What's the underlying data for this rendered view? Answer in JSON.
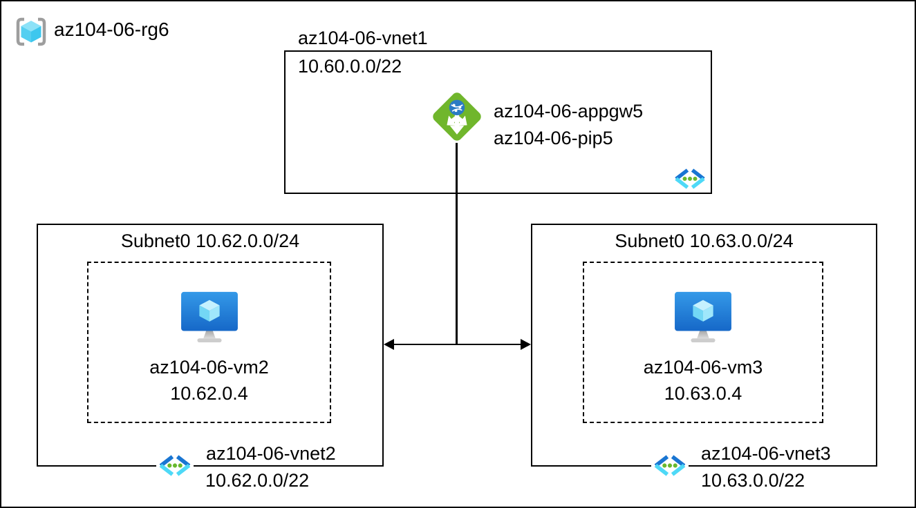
{
  "resource_group": {
    "name": "az104-06-rg6"
  },
  "vnet1": {
    "name": "az104-06-vnet1",
    "address_space": "10.60.0.0/22",
    "app_gateway_name": "az104-06-appgw5",
    "public_ip_name": "az104-06-pip5"
  },
  "vnet2": {
    "subnet_label": "Subnet0 10.62.0.0/24",
    "vm_name": "az104-06-vm2",
    "vm_ip": "10.62.0.4",
    "name": "az104-06-vnet2",
    "address_space": "10.62.0.0/22"
  },
  "vnet3": {
    "subnet_label": "Subnet0 10.63.0.0/24",
    "vm_name": "az104-06-vm3",
    "vm_ip": "10.63.0.4",
    "name": "az104-06-vnet3",
    "address_space": "10.63.0.0/22"
  },
  "icons": {
    "resource_group": "resource-group-icon",
    "application_gateway": "application-gateway-icon",
    "virtual_network": "virtual-network-icon",
    "virtual_machine": "virtual-machine-icon"
  },
  "colors": {
    "appgw_green": "#70B62C",
    "globe_blue": "#2B7BC4",
    "vnet_chevron_blue": "#1975D2",
    "vnet_chevron_cyan": "#4ED9F7",
    "vnet_dot_green": "#68B92E",
    "vm_screen_blue_top": "#3499E8",
    "vm_screen_blue_bottom": "#1668C8",
    "cube_cyan_light": "#8CE2F8",
    "bracket_gray": "#9E9E9E",
    "line_black": "#000000"
  }
}
